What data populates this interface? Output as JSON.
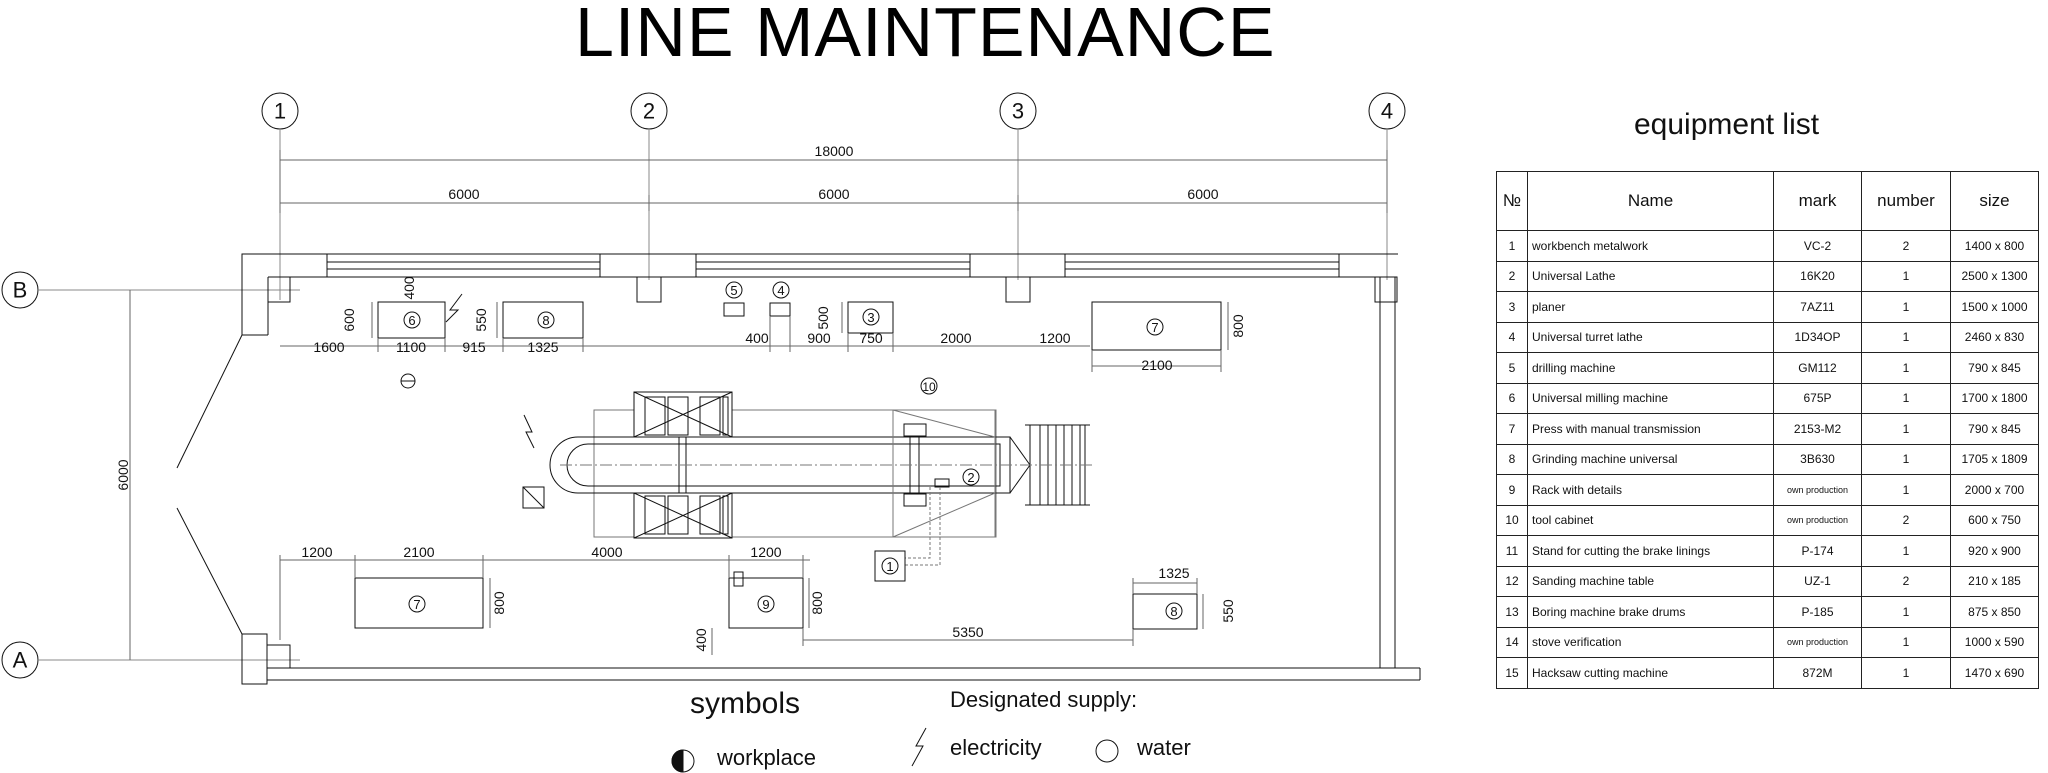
{
  "title": "LINE MAINTENANCE",
  "axes_cols": [
    "1",
    "2",
    "3",
    "4"
  ],
  "axes_rows": [
    "B",
    "A"
  ],
  "dimensions": {
    "total": "18000",
    "spans": [
      "6000",
      "6000",
      "6000"
    ],
    "height": "6000",
    "top_row": [
      "1600",
      "1100",
      "915",
      "1325",
      "400",
      "900",
      "750",
      "2000",
      "1200",
      "2100"
    ],
    "top_vertical": [
      "400",
      "600",
      "550",
      "500",
      "800"
    ],
    "bottom_row": [
      "1200",
      "2100",
      "4000",
      "1200",
      "1325"
    ],
    "bottom_vertical": [
      "800",
      "800",
      "550",
      "400"
    ],
    "bottom_run": "5350"
  },
  "equipment_labels": [
    "6",
    "8",
    "5",
    "4",
    "3",
    "7",
    "10",
    "2",
    "1",
    "7",
    "9",
    "8"
  ],
  "equipment_list": {
    "title": "equipment list",
    "headers": [
      "№",
      "Name",
      "mark",
      "number",
      "size"
    ],
    "rows": [
      {
        "n": "1",
        "name": "workbench metalwork",
        "mark": "VC-2",
        "number": "2",
        "size": "1400 x 800"
      },
      {
        "n": "2",
        "name": "Universal Lathe",
        "mark": "16K20",
        "number": "1",
        "size": "2500 x 1300"
      },
      {
        "n": "3",
        "name": "planer",
        "mark": "7AZ11",
        "number": "1",
        "size": "1500 x 1000"
      },
      {
        "n": "4",
        "name": "Universal turret lathe",
        "mark": "1D34OP",
        "number": "1",
        "size": "2460 x 830"
      },
      {
        "n": "5",
        "name": "drilling machine",
        "mark": "GM112",
        "number": "1",
        "size": "790 x 845"
      },
      {
        "n": "6",
        "name": "Universal milling machine",
        "mark": "675P",
        "number": "1",
        "size": "1700 x 1800"
      },
      {
        "n": "7",
        "name": "Press with manual transmission",
        "mark": "2153-M2",
        "number": "1",
        "size": "790 x 845"
      },
      {
        "n": "8",
        "name": "Grinding machine universal",
        "mark": "3B630",
        "number": "1",
        "size": "1705 x 1809"
      },
      {
        "n": "9",
        "name": "Rack with details",
        "mark": "own production",
        "number": "1",
        "size": "2000 x 700"
      },
      {
        "n": "10",
        "name": "tool cabinet",
        "mark": "own production",
        "number": "2",
        "size": "600 x 750"
      },
      {
        "n": "11",
        "name": "Stand for cutting the brake linings",
        "mark": "P-174",
        "number": "1",
        "size": "920 x 900"
      },
      {
        "n": "12",
        "name": "Sanding machine table",
        "mark": "UZ-1",
        "number": "2",
        "size": "210 x 185"
      },
      {
        "n": "13",
        "name": "Boring machine brake drums",
        "mark": "P-185",
        "number": "1",
        "size": "875 x 850"
      },
      {
        "n": "14",
        "name": "stove verification",
        "mark": "own production",
        "number": "1",
        "size": "1000 x 590"
      },
      {
        "n": "15",
        "name": "Hacksaw cutting machine",
        "mark": "872M",
        "number": "1",
        "size": "1470 x 690"
      }
    ]
  },
  "symbols": {
    "title": "symbols",
    "workplace": "workplace",
    "supply_title": "Designated supply:",
    "electricity": "electricity",
    "water": "water"
  }
}
